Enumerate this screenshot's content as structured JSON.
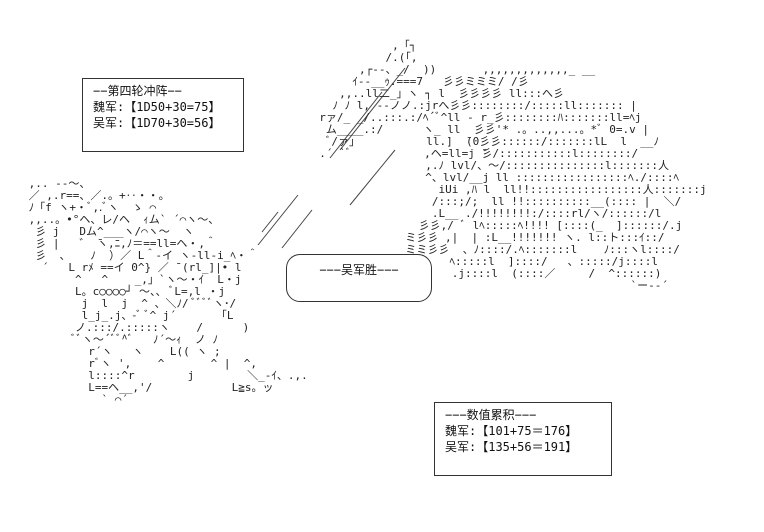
{
  "box_wei_attack": {
    "title": "−−第四轮冲阵−−",
    "line1": "魏军:【1D50+30=75】",
    "line2": "吴军:【1D70+30=56】"
  },
  "result_bubble": {
    "text": "−−−吴军胜−−−"
  },
  "box_totals": {
    "title": "−−−数值累积−−−",
    "line1": "魏军:【101+75＝176】",
    "line2": "吴军:【135+56＝191】"
  },
  "art_left": " ,.. -‐〜、\n ／ ,.r==、／.。+‥・・。\n ﾉ「f ヽ+・ﾞ,.ﾞヽ  ゝ ⌒\n ,,..。•°ヘ、レ/ヘ  ｨム` ´⌒ヽ〜、\n  彡 j   Dム^___ヽ/⌒ヽ〜  ヽ\n  彡 |   ゛ ̄ヽ,ﾆ,ﾉ＝==ll=ヘ・,＾\n  彡  、   ﾉ  ）／ L＾-イ ヽ-ll-i_ﾍ・＾\n   ´   L rﾒ ==イ 0^} ／ ̄ (rl_]|• l\n        ^   ^    _,」`ヽ〜・ｲ  L・j\n        L。c○○○○┘ 〜、、 ﾞL=,l ・j\n         j  l  j  ^ 、＼ﾉ/ ﾞﾞﾞﾞヽ･/\n         l_j_.j、-ﾞ ﾞ^ j´      「L\n        ノ.:::/.:::::ヽ    /      )\n        ﾞﾞヽ〜´ﾞﾞ^ﾞ   ﾉ´〜ｨ  ノ ﾉ\n          r´ヽ   ヽ    L(( ヽ ;\n          rﾞヽ ',    ^       ^ |  ^,\n          l::::^r        j        ＼_-ｲ、.,.\n          L==ヘ__,'/            L≧s。ッ\n            ` ⌒´",
  "art_right": "             ,「┐\n            /.(「,\n        ,┌-‐、_/  ))       ,,,,,,,,,,,,,_ __\n       ｲ‐‐__ｩ.===7   彡彡ミミミ/ /彡\n     ,,..ll二_」ヽ ┐ l  彡彡彡彡 ll:::へ彡\n    ﾉ ﾉ l, ‐‐ノノ.:jrへ彡彡::::::::/:::::ll::::::: |\n  rァ/_ _/..:::.:/ﾍ´ﾞ^ll - r_彡::::::::ﾊ:::::::ll=ﾍj\n   ム____.:/      ヽ_ ll  彡彡'* .。..,,...。*ﾞ 0=.v |\n   ﾞ/ァ」          ll.]  ̄(0彡彡::::::/:::::::lL  l  __ﾉ\n  .´ `ﾞ           ,ヘ=ll=j ̄彡/:::::::::::l::::::::/\n                  ,.ﾉ lvl/、〜/:::::::::::::::l:::::::人\n                  ^、lvl/__j ll :::::::::::::::::ﾍ./::::ﾍ\n                    iUi ,ﾊ l  ll!!:::::::::::::::::人:::::::j\n                   /:::;/;  ll !!::::::::::__(:::: |  ＼/\n                   .L__ ./!!!!!!!!:/::::rl/ヽ/::::::/l\n                 彡彡,/ ﾞ lﾍ:::::ﾍ!!!! [::::(_  ]::::::/.j\n               ミ彡彡 ,|  | :L__!!!!!!! ヽ. l::ト:::ｲ::/\n               ミミ彡彡  、ﾉ::::/.ﾍ:::::::l    ﾉ:::ヽl::::/\n               彡     ﾍ:::::l  ]::::/   、:::::/j::::l\n                      .j::::l  (::::／     /  ^::::::)\n                                                 `ー-‐´"
}
